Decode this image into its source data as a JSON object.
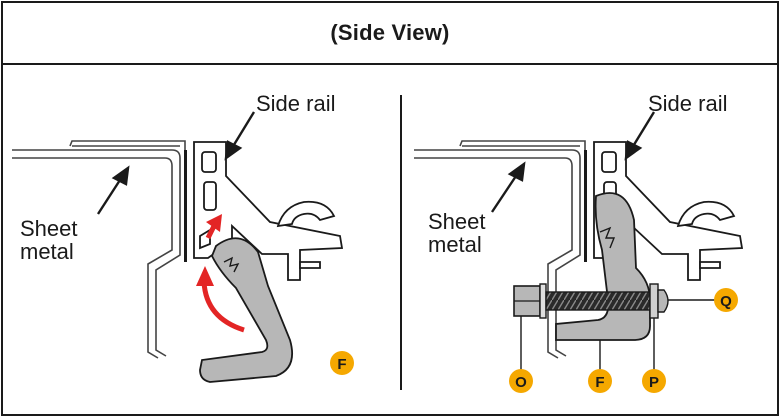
{
  "header": {
    "title": "(Side View)"
  },
  "left_panel": {
    "side_rail_label": "Side rail",
    "sheet_label_line1": "Sheet",
    "sheet_label_line2": "metal",
    "badge_f": "F"
  },
  "right_panel": {
    "side_rail_label": "Side rail",
    "sheet_label_line1": "Sheet",
    "sheet_label_line2": "metal",
    "badge_o": "O",
    "badge_f": "F",
    "badge_p": "P",
    "badge_q": "Q"
  },
  "colors": {
    "badge": "#f5a800",
    "arrow": "#e32525",
    "clamp": "#b7b7b7",
    "outline": "#1a1a1a"
  }
}
